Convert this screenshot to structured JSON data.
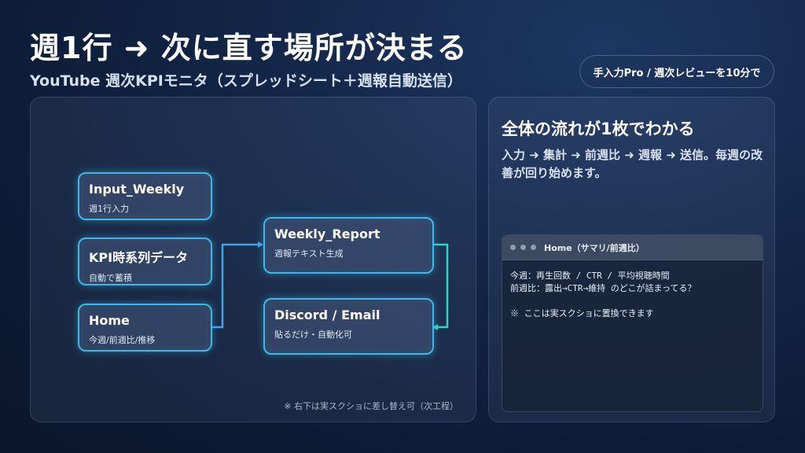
{
  "header": {
    "title": "週1行 ➜ 次に直す場所が決まる",
    "subtitle": "YouTube 週次KPIモニタ（スプレッドシート＋週報自動送信）",
    "badge": "手入力Pro  / 週次レビューを10分で"
  },
  "flow": {
    "nodes": [
      {
        "title": "Input_Weekly",
        "desc": "週1行入力"
      },
      {
        "title": "KPI時系列データ",
        "desc": "自動で蓄積"
      },
      {
        "title": "Home",
        "desc": "今週/前週比/推移"
      },
      {
        "title": "Weekly_Report",
        "desc": "週報テキスト生成"
      },
      {
        "title": "Discord / Email",
        "desc": "貼るだけ・自動化可"
      }
    ],
    "footnote": "※ 右下は実スクショに差し替え可（次工程）"
  },
  "summary": {
    "heading": "全体の流れが1枚でわかる",
    "body": "入力 ➜ 集計 ➜ 前週比 ➜ 週報 ➜ 送信。毎週の改善が回り始めます。"
  },
  "preview": {
    "window_title": "Home（サマリ/前週比）",
    "lines": [
      "今週：再生回数  /  CTR  /  平均視聴時間",
      "前週比：露出→CTR→維持 のどこが詰まってる？"
    ],
    "note": "※  ここは実スクショに置換できます"
  },
  "colors": {
    "accent": "#3fb8e8",
    "background": "#0d1c37"
  }
}
